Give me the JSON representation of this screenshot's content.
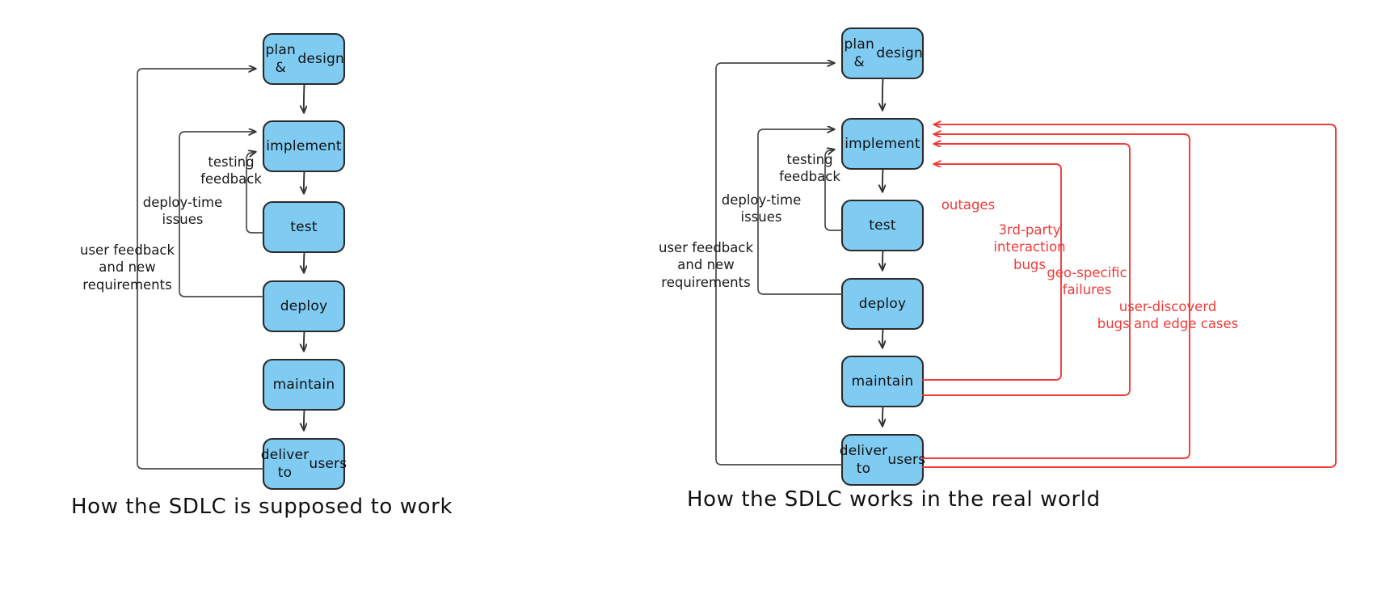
{
  "page": {
    "background": "#ffffff",
    "node_fill": "#7fcbf2",
    "node_stroke": "#2b2b2b",
    "arrow_color": "#333333",
    "red_accent": "#ef3b39"
  },
  "diagrams": [
    {
      "id": "ideal",
      "caption": "How the SDLC is supposed to work",
      "nodes": [
        {
          "id": "plan",
          "label": "plan &\ndesign"
        },
        {
          "id": "implement",
          "label": "implement"
        },
        {
          "id": "test",
          "label": "test"
        },
        {
          "id": "deploy",
          "label": "deploy"
        },
        {
          "id": "maintain",
          "label": "maintain"
        },
        {
          "id": "deliver",
          "label": "deliver to\nusers"
        }
      ],
      "feedback_labels": [
        {
          "id": "testing-feedback",
          "text": "testing\nfeedback"
        },
        {
          "id": "deploy-time-issues",
          "text": "deploy-time\nissues"
        },
        {
          "id": "user-feedback",
          "text": "user feedback\nand new\nrequirements"
        }
      ]
    },
    {
      "id": "real-world",
      "caption": "How the SDLC works in the real world",
      "nodes": [
        {
          "id": "plan",
          "label": "plan &\ndesign"
        },
        {
          "id": "implement",
          "label": "implement"
        },
        {
          "id": "test",
          "label": "test"
        },
        {
          "id": "deploy",
          "label": "deploy"
        },
        {
          "id": "maintain",
          "label": "maintain"
        },
        {
          "id": "deliver",
          "label": "deliver to\nusers"
        }
      ],
      "feedback_labels": [
        {
          "id": "testing-feedback",
          "text": "testing\nfeedback"
        },
        {
          "id": "deploy-time-issues",
          "text": "deploy-time\nissues"
        },
        {
          "id": "user-feedback",
          "text": "user feedback\nand new\nrequirements"
        }
      ],
      "problem_labels": [
        {
          "id": "outages",
          "text": "outages"
        },
        {
          "id": "third-party-bugs",
          "text": "3rd-party\ninteraction\nbugs"
        },
        {
          "id": "geo-specific-failures",
          "text": "geo-specific\nfailures"
        },
        {
          "id": "user-discovered-bugs",
          "text": "user-discoverd\nbugs and edge cases"
        }
      ]
    }
  ]
}
